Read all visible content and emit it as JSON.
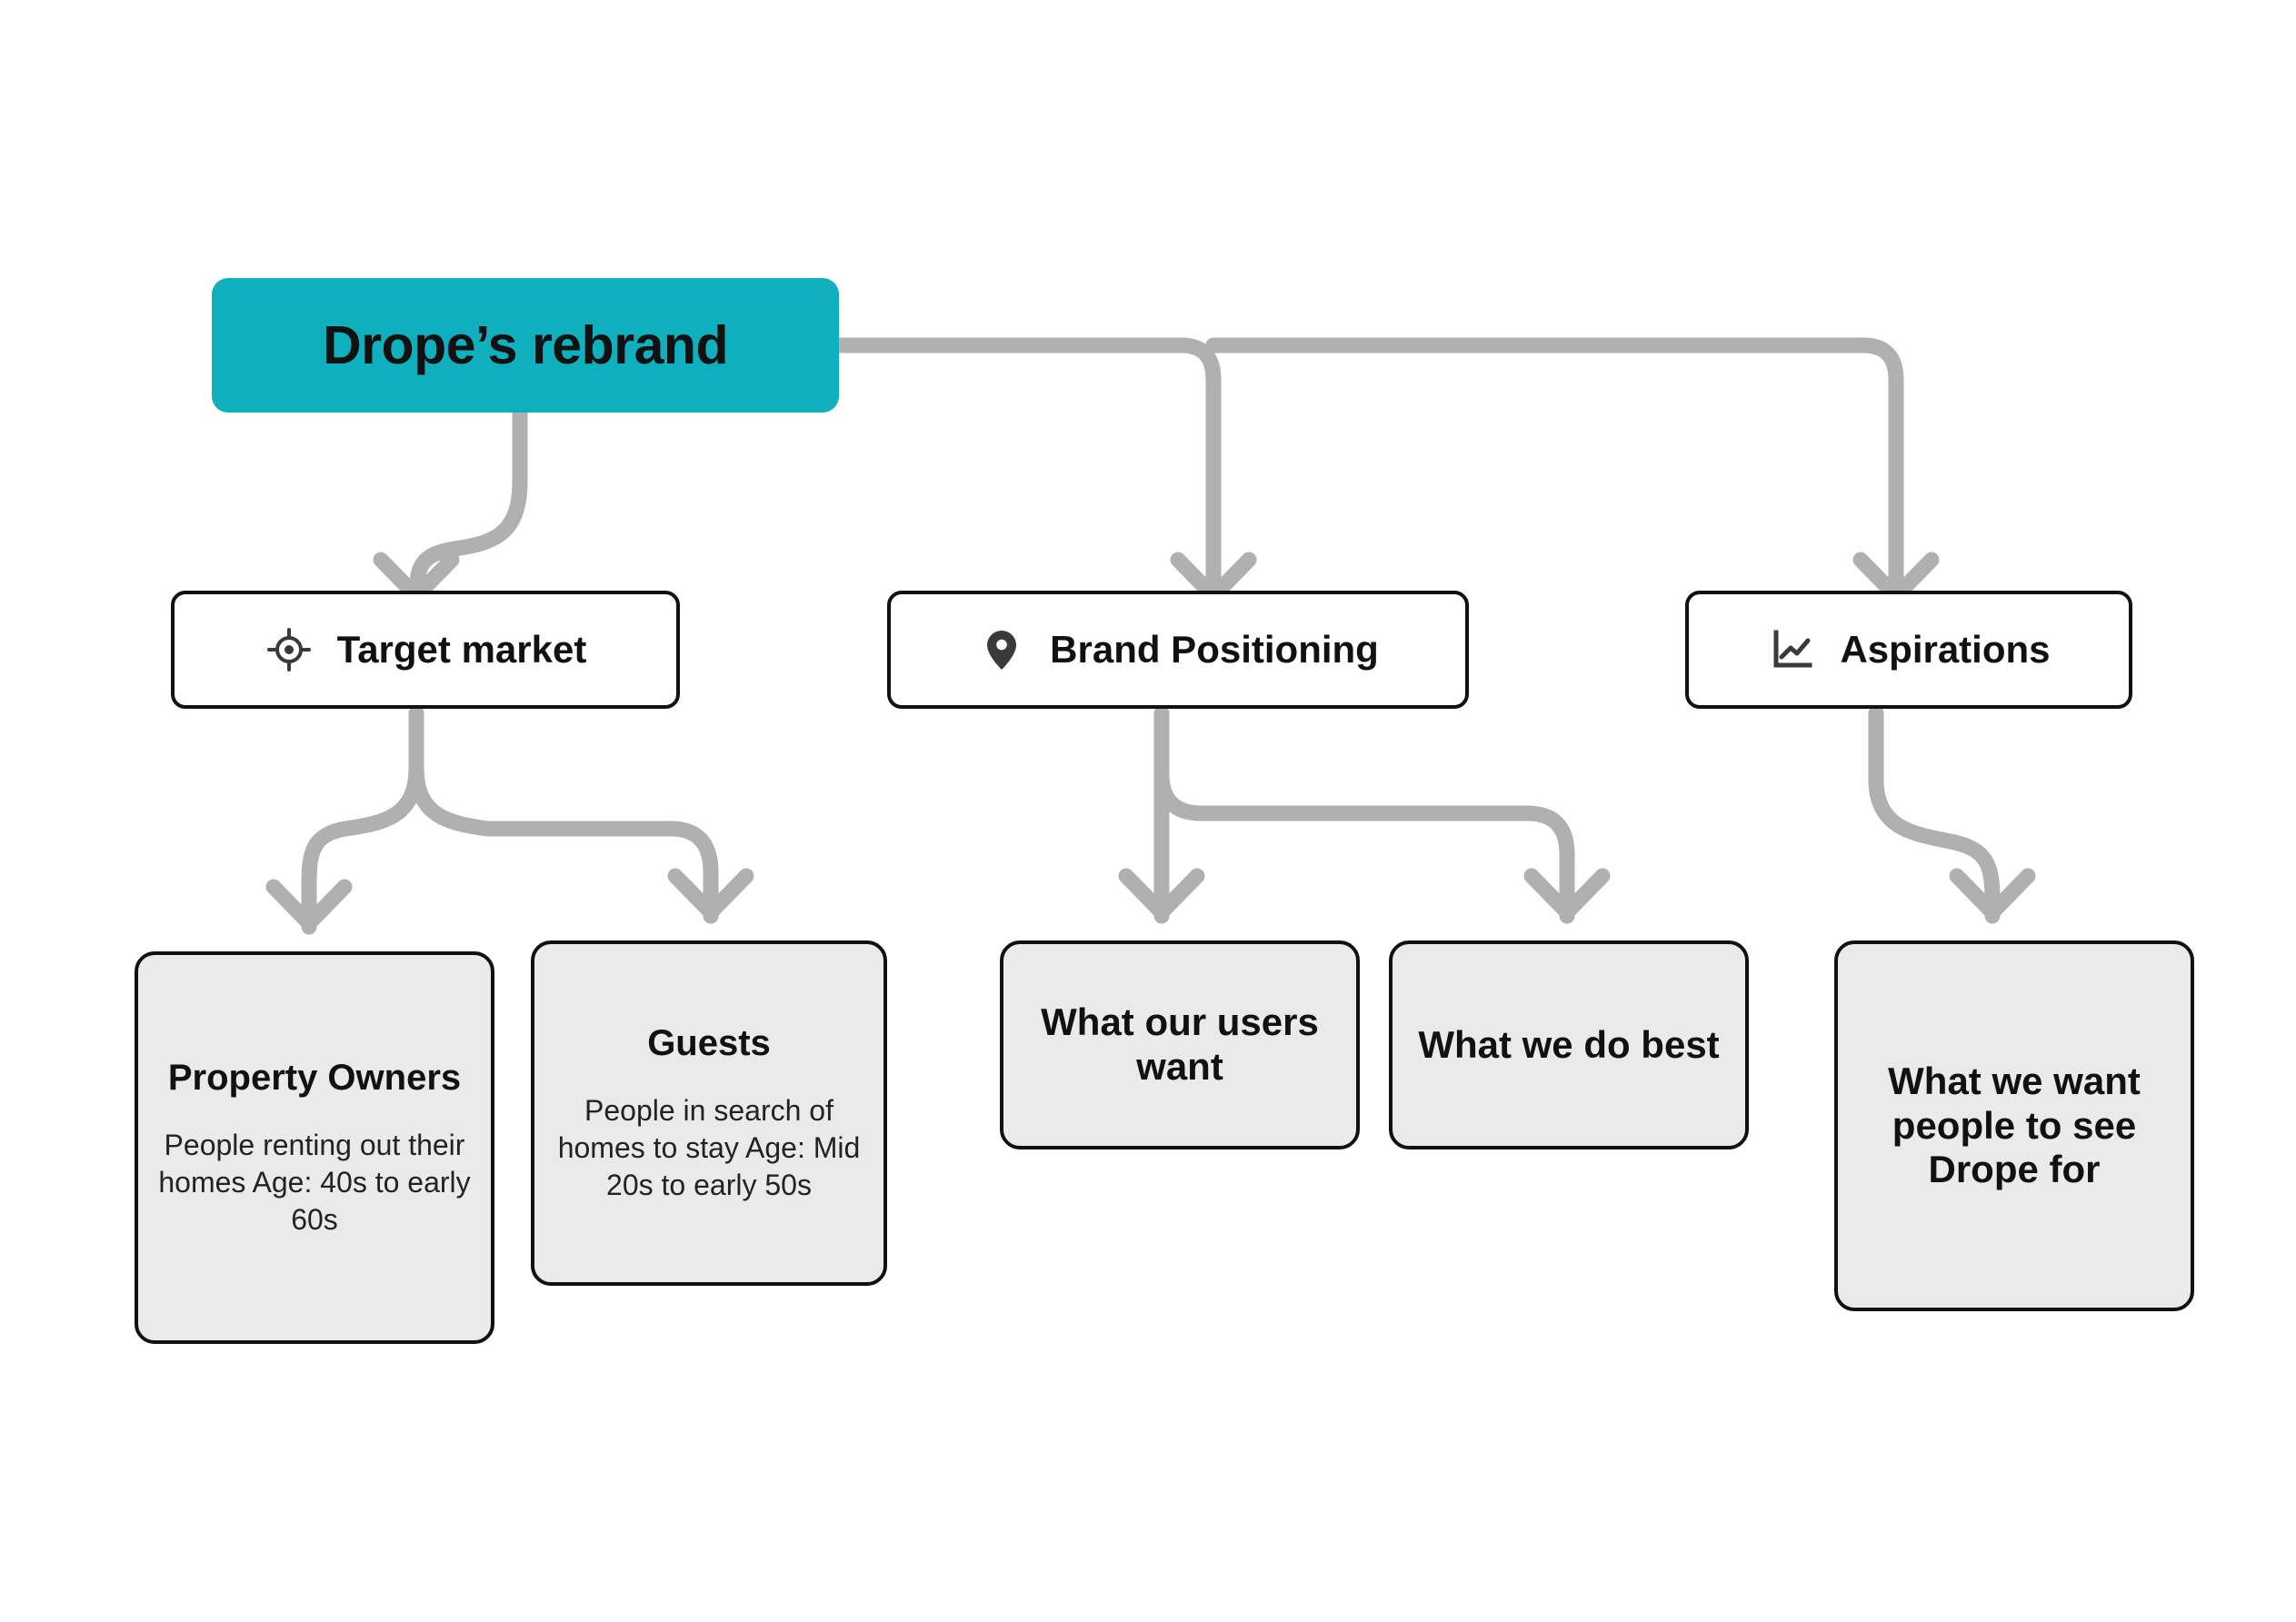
{
  "theme": {
    "root_fill": "#10AFBE",
    "card_fill": "#EAEAEA",
    "stroke": "#111111",
    "connector": "#B0B0B0",
    "background": "#FFFFFF"
  },
  "root": {
    "label": "Drope’s rebrand"
  },
  "categories": [
    {
      "id": "target-market",
      "label": "Target market",
      "icon": "target-crosshair-icon"
    },
    {
      "id": "brand-positioning",
      "label": "Brand Positioning",
      "icon": "map-pin-icon"
    },
    {
      "id": "aspirations",
      "label": "Aspirations",
      "icon": "line-chart-icon"
    }
  ],
  "leaves": [
    {
      "id": "property-owners",
      "parent": "target-market",
      "title": "Property Owners",
      "body": "People renting out their homes Age: 40s to early 60s"
    },
    {
      "id": "guests",
      "parent": "target-market",
      "title": "Guests",
      "body": "People in search of homes to stay Age: Mid 20s to early 50s"
    },
    {
      "id": "users-want",
      "parent": "brand-positioning",
      "title": "What our users want",
      "body": ""
    },
    {
      "id": "do-best",
      "parent": "brand-positioning",
      "title": "What we do best",
      "body": ""
    },
    {
      "id": "see-drope-for",
      "parent": "aspirations",
      "title": "What we want people to see Drope for",
      "body": ""
    }
  ]
}
